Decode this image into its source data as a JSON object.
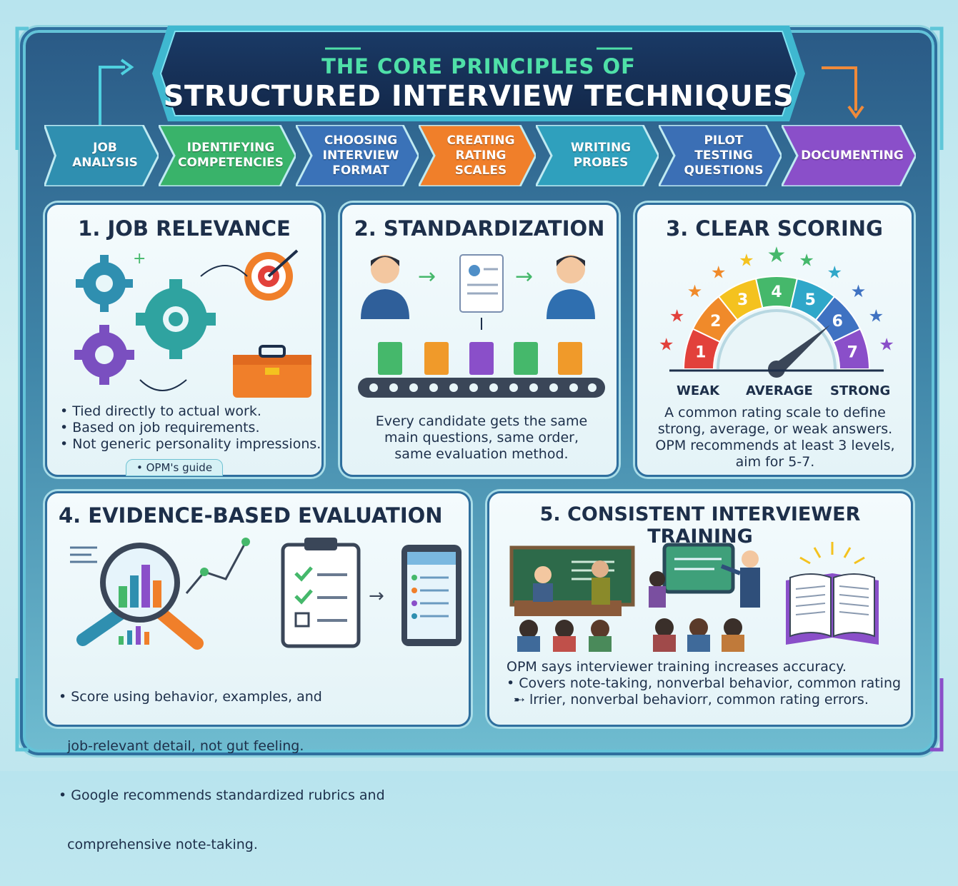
{
  "title": {
    "line1": "THE CORE PRINCIPLES OF",
    "line2": "STRUCTURED INTERVIEW TECHNIQUES"
  },
  "steps": [
    {
      "label": "JOB\nANALYSIS",
      "color": "#2f8fb0"
    },
    {
      "label": "IDENTIFYING\nCOMPETENCIES",
      "color": "#39b36a"
    },
    {
      "label": "CHOOSING\nINTERVIEW\nFORMAT",
      "color": "#3a72b8"
    },
    {
      "label": "CREATING\nRATING\nSCALES",
      "color": "#f07f2a"
    },
    {
      "label": "WRITING\nPROBES",
      "color": "#2fa0bd"
    },
    {
      "label": "PILOT\nTESTING\nQUESTIONS",
      "color": "#3b6fb5"
    },
    {
      "label": "DOCUMENTING",
      "color": "#8a4fc9"
    }
  ],
  "cards": {
    "job_relevance": {
      "title": "1. JOB RELEVANCE",
      "bullets": [
        "• Tied directly to actual work.",
        "• Based on job requirements.",
        "• Not generic personality impressions."
      ],
      "tag": "• OPM's guide"
    },
    "standardization": {
      "title": "2. STANDARDIZATION",
      "text": [
        "Every candidate gets the same",
        "main questions, same order,",
        "same evaluation method."
      ]
    },
    "clear_scoring": {
      "title": "3. CLEAR SCORING",
      "scale": [
        "1",
        "2",
        "3",
        "4",
        "5",
        "6",
        "7"
      ],
      "scale_colors": [
        "#e2413b",
        "#f08a2a",
        "#f4c21f",
        "#45b86b",
        "#2fa7c9",
        "#3f72c2",
        "#8a4fc9"
      ],
      "labels": {
        "weak": "WEAK",
        "average": "AVERAGE",
        "strong": "STRONG"
      },
      "text": [
        "A common rating scale to define",
        "strong, average, or weak answers.",
        "OPM recommends at least 3 levels,",
        "aim for 5-7."
      ]
    },
    "evidence": {
      "title": "4. EVIDENCE-BASED EVALUATION",
      "bullets": [
        "• Score using behavior, examples, and",
        "  job-relevant detail, not gut feeling.",
        "• Google recommends standardized rubrics and",
        "  comprehensive note-taking."
      ]
    },
    "training": {
      "title": "5. CONSISTENT INTERVIEWER TRAINING",
      "text": [
        "OPM says interviewer training increases accuracy.",
        "• Covers note-taking, nonverbal behavior, common rating",
        "➸ lrrier, nonverbal behaviorr, common rating errors."
      ]
    }
  }
}
